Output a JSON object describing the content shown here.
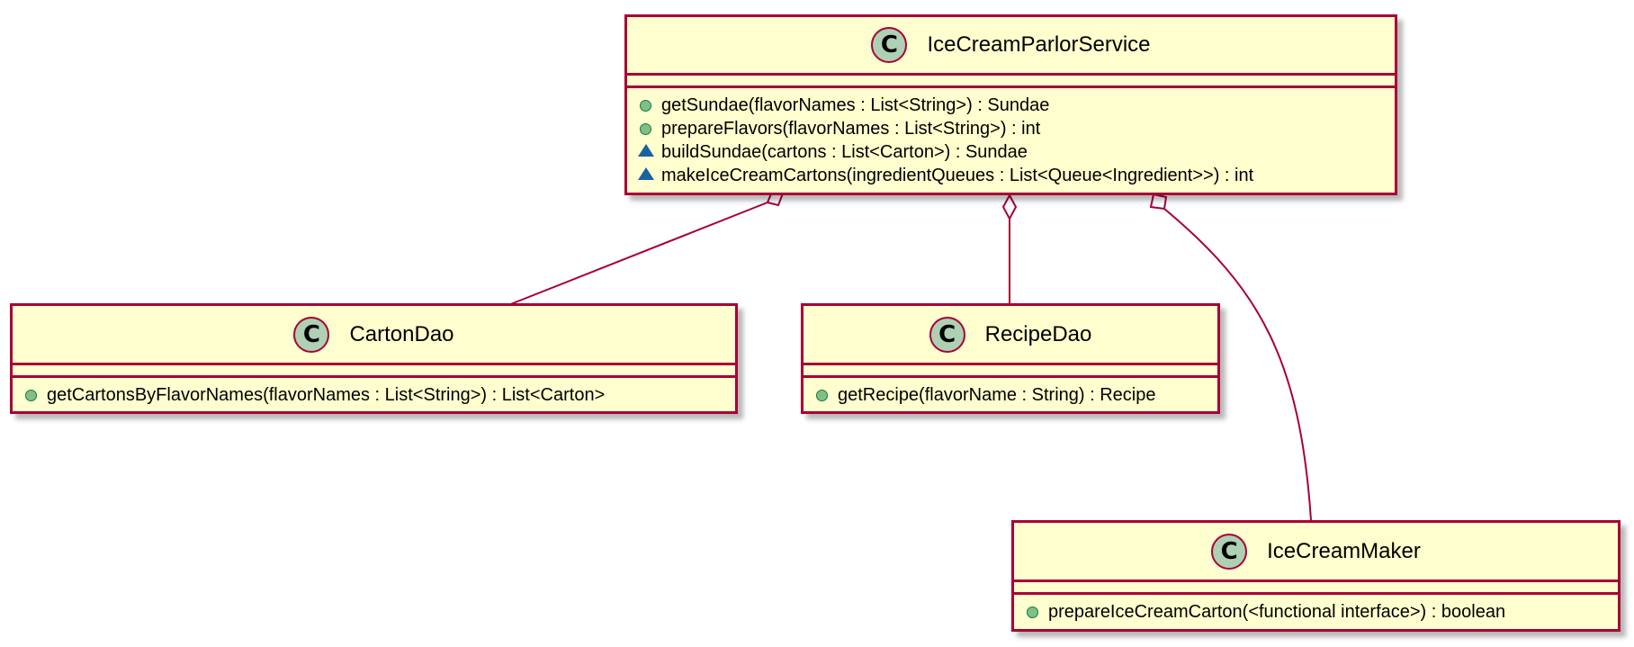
{
  "classes": {
    "service": {
      "stereotype_icon": "C",
      "name": "IceCreamParlorService",
      "methods": [
        {
          "visibility": "public",
          "text": "getSundae(flavorNames : List<String>) : Sundae"
        },
        {
          "visibility": "public",
          "text": "prepareFlavors(flavorNames : List<String>) : int"
        },
        {
          "visibility": "package",
          "text": "buildSundae(cartons : List<Carton>) : Sundae"
        },
        {
          "visibility": "package",
          "text": "makeIceCreamCartons(ingredientQueues : List<Queue<Ingredient>>) : int"
        }
      ]
    },
    "carton_dao": {
      "stereotype_icon": "C",
      "name": "CartonDao",
      "methods": [
        {
          "visibility": "public",
          "text": "getCartonsByFlavorNames(flavorNames : List<String>) : List<Carton>"
        }
      ]
    },
    "recipe_dao": {
      "stereotype_icon": "C",
      "name": "RecipeDao",
      "methods": [
        {
          "visibility": "public",
          "text": "getRecipe(flavorName : String) : Recipe"
        }
      ]
    },
    "ice_cream_maker": {
      "stereotype_icon": "C",
      "name": "IceCreamMaker",
      "methods": [
        {
          "visibility": "public",
          "text": "prepareIceCreamCarton(<functional interface>) : boolean"
        }
      ]
    }
  },
  "relations": [
    {
      "type": "aggregation",
      "whole": "IceCreamParlorService",
      "part": "CartonDao"
    },
    {
      "type": "aggregation",
      "whole": "IceCreamParlorService",
      "part": "RecipeDao"
    },
    {
      "type": "aggregation",
      "whole": "IceCreamParlorService",
      "part": "IceCreamMaker"
    }
  ],
  "colors": {
    "class_fill": "#fefece",
    "border": "#a80036",
    "class_icon_fill": "#add1b2",
    "public_marker": "#84be84",
    "package_marker": "#1963a0"
  }
}
